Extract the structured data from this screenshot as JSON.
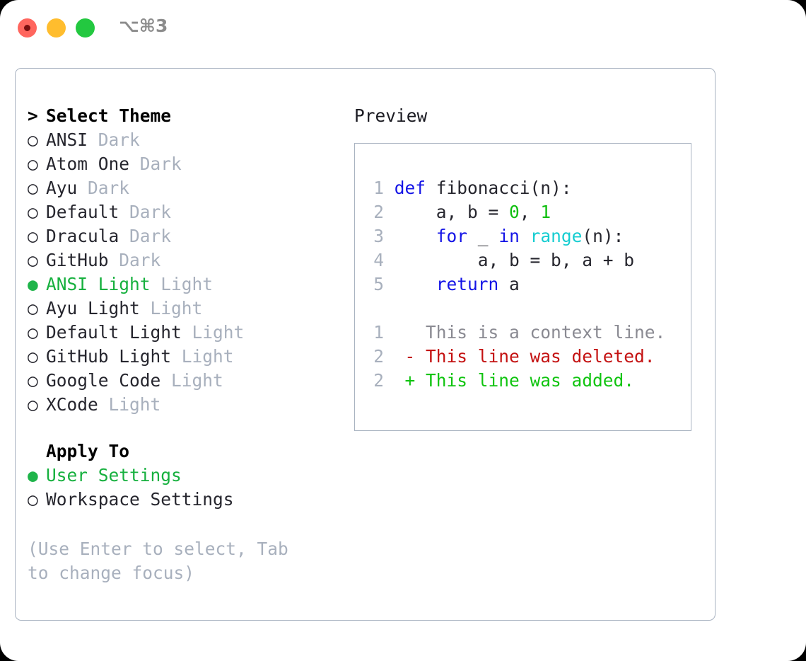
{
  "window": {
    "shortcut": "⌥⌘3",
    "traffic_lights": [
      {
        "name": "close",
        "color": "#ff665e"
      },
      {
        "name": "minimize",
        "color": "#ffbd2e"
      },
      {
        "name": "maximize",
        "color": "#23c840"
      }
    ]
  },
  "theme_picker": {
    "header_marker": ">",
    "header": "Select Theme",
    "marker_selected": "●",
    "marker_unselected": "○",
    "items": [
      {
        "name": "ANSI",
        "suffix": "Dark",
        "selected": false
      },
      {
        "name": "Atom One",
        "suffix": "Dark",
        "selected": false
      },
      {
        "name": "Ayu",
        "suffix": "Dark",
        "selected": false
      },
      {
        "name": "Default",
        "suffix": "Dark",
        "selected": false
      },
      {
        "name": "Dracula",
        "suffix": "Dark",
        "selected": false
      },
      {
        "name": "GitHub",
        "suffix": "Dark",
        "selected": false
      },
      {
        "name": "ANSI Light",
        "suffix": "Light",
        "selected": true
      },
      {
        "name": "Ayu Light",
        "suffix": "Light",
        "selected": false
      },
      {
        "name": "Default Light",
        "suffix": "Light",
        "selected": false
      },
      {
        "name": "GitHub Light",
        "suffix": "Light",
        "selected": false
      },
      {
        "name": "Google Code",
        "suffix": "Light",
        "selected": false
      },
      {
        "name": "XCode",
        "suffix": "Light",
        "selected": false
      }
    ]
  },
  "apply_to": {
    "header": "Apply To",
    "options": [
      {
        "name": "User Settings",
        "selected": true
      },
      {
        "name": "Workspace Settings",
        "selected": false
      }
    ]
  },
  "hint": "(Use Enter to select, Tab to change focus)",
  "preview": {
    "title": "Preview",
    "code_lines": [
      {
        "no": "1",
        "tokens": [
          {
            "t": "def ",
            "c": "kw"
          },
          {
            "t": "fibonacci(n):",
            "c": ""
          }
        ]
      },
      {
        "no": "2",
        "tokens": [
          {
            "t": "    a, b = ",
            "c": ""
          },
          {
            "t": "0",
            "c": "num"
          },
          {
            "t": ", ",
            "c": ""
          },
          {
            "t": "1",
            "c": "num"
          }
        ]
      },
      {
        "no": "3",
        "tokens": [
          {
            "t": "    ",
            "c": ""
          },
          {
            "t": "for",
            "c": "kw"
          },
          {
            "t": " _ ",
            "c": ""
          },
          {
            "t": "in",
            "c": "kw"
          },
          {
            "t": " ",
            "c": ""
          },
          {
            "t": "range",
            "c": "fn"
          },
          {
            "t": "(n):",
            "c": ""
          }
        ]
      },
      {
        "no": "4",
        "tokens": [
          {
            "t": "        a, b = b, a + b",
            "c": ""
          }
        ]
      },
      {
        "no": "5",
        "tokens": [
          {
            "t": "    ",
            "c": ""
          },
          {
            "t": "return",
            "c": "kw"
          },
          {
            "t": " a",
            "c": ""
          }
        ]
      }
    ],
    "diff_lines": [
      {
        "no": "1",
        "sign": " ",
        "text": " This is a context line.",
        "kind": "diff-ctx"
      },
      {
        "no": "2",
        "sign": "-",
        "text": " This line was deleted.",
        "kind": "diff-del"
      },
      {
        "no": "2",
        "sign": "+",
        "text": " This line was added.",
        "kind": "diff-add"
      }
    ]
  },
  "colors": {
    "accent_green": "#16b03e",
    "muted": "#a8b0bd",
    "keyword": "#1414e6",
    "function": "#16cdd1",
    "number": "#10bf10",
    "diff_deleted": "#c41212",
    "diff_added": "#10c410",
    "border": "#a9b3c1"
  }
}
